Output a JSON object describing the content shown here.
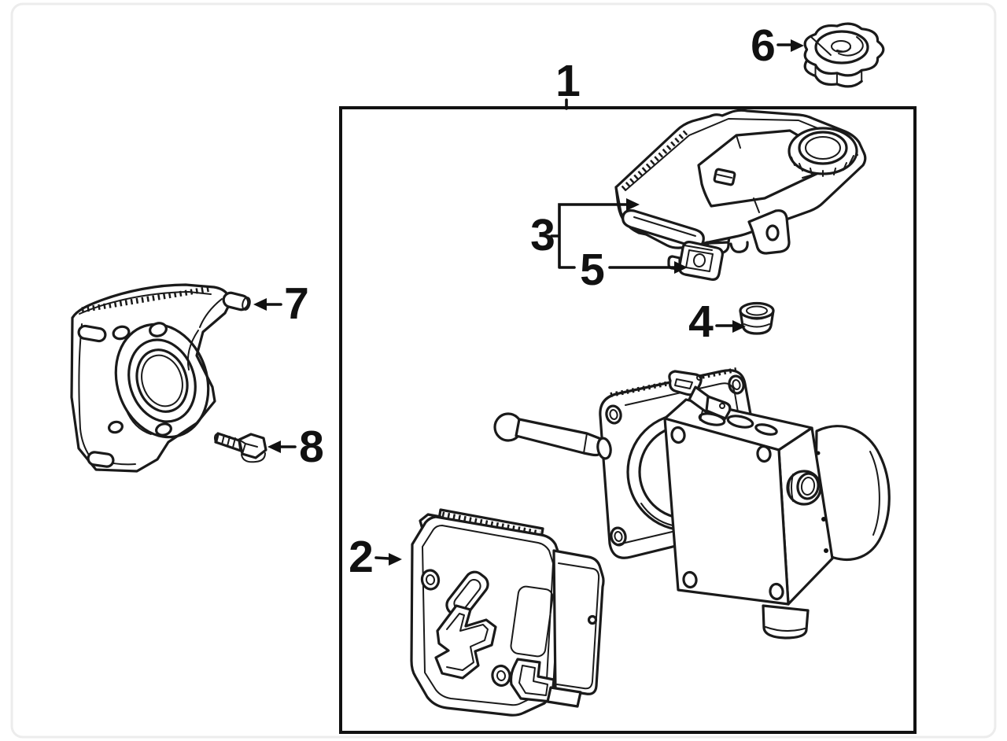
{
  "figure": {
    "kind": "exploded-parts-line-diagram",
    "background_color": "#ffffff",
    "line_color": "#1a1a1a",
    "frame_color": "#ececec"
  },
  "callouts": [
    {
      "label": "1",
      "points_to": "component-group-box"
    },
    {
      "label": "2",
      "points_to": "abs-control-module"
    },
    {
      "label": "3",
      "points_to": "fluid-reservoir"
    },
    {
      "label": "4",
      "points_to": "reservoir-grommet"
    },
    {
      "label": "5",
      "points_to": "fluid-level-sensor"
    },
    {
      "label": "6",
      "points_to": "reservoir-cap"
    },
    {
      "label": "7",
      "points_to": "mounting-bracket"
    },
    {
      "label": "8",
      "points_to": "mounting-bolt"
    }
  ]
}
